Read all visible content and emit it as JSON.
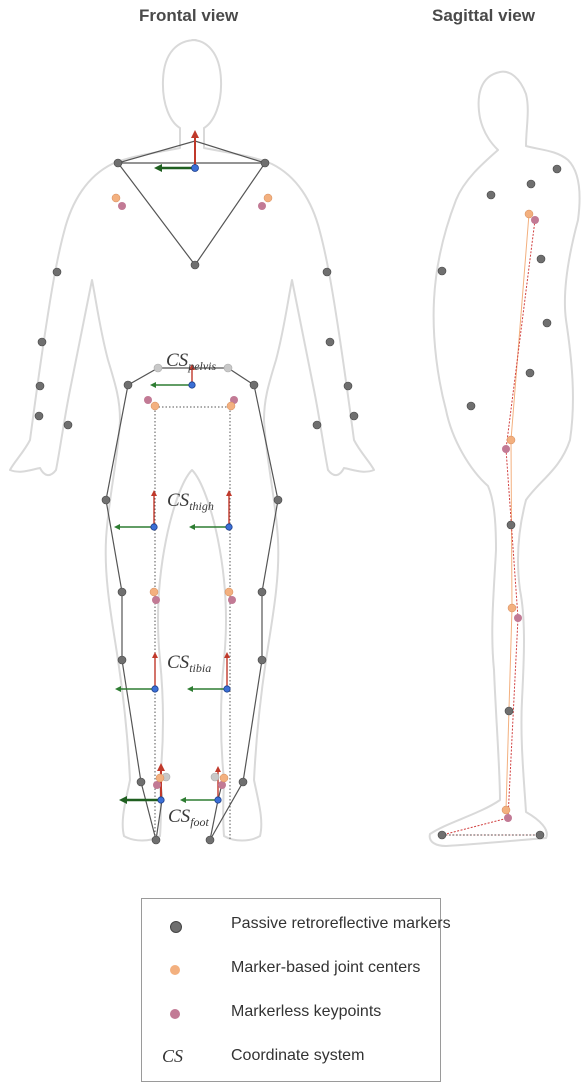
{
  "titles": {
    "frontal": "Frontal view",
    "sagittal": "Sagittal view"
  },
  "cs_labels": {
    "pelvis": {
      "base": "CS",
      "sub": "pelvis"
    },
    "thigh": {
      "base": "CS",
      "sub": "thigh"
    },
    "tibia": {
      "base": "CS",
      "sub": "tibia"
    },
    "foot": {
      "base": "CS",
      "sub": "foot"
    }
  },
  "legend": {
    "items": [
      {
        "symbol": "dot",
        "color": "#6f6f6f",
        "label": "Passive retroreflective markers"
      },
      {
        "symbol": "dot",
        "color": "#f3b07f",
        "label": "Marker-based joint centers"
      },
      {
        "symbol": "dot",
        "color": "#c27a95",
        "label": "Markerless keypoints"
      },
      {
        "symbol": "CS",
        "color": "#333333",
        "label": "Coordinate system"
      }
    ]
  },
  "colors": {
    "marker": "#6f6f6f",
    "joint_center": "#f3b07f",
    "keypoint": "#c27a95",
    "silhouette": "#d9d9d9",
    "segment_line": "#555555",
    "axis_vertical": "#c0392b",
    "axis_horizontal": "#2e7d32",
    "origin": "#3b6fd6"
  }
}
